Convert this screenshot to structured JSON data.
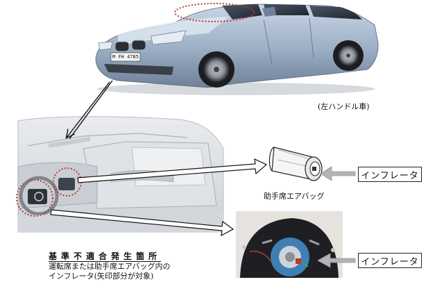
{
  "car_plate": "M FH 4785",
  "car_caption": "(左ハンドル車)",
  "airbag_caption": "助手席エアバッグ",
  "inflator_label_top": "インフレータ",
  "inflator_label_bottom": "インフレータ",
  "section_heading": "基準不適合発生箇所",
  "section_line1": "運転席または助手席エアバッグ内の",
  "section_line2": "インフレータ(矢印部分が対象)"
}
